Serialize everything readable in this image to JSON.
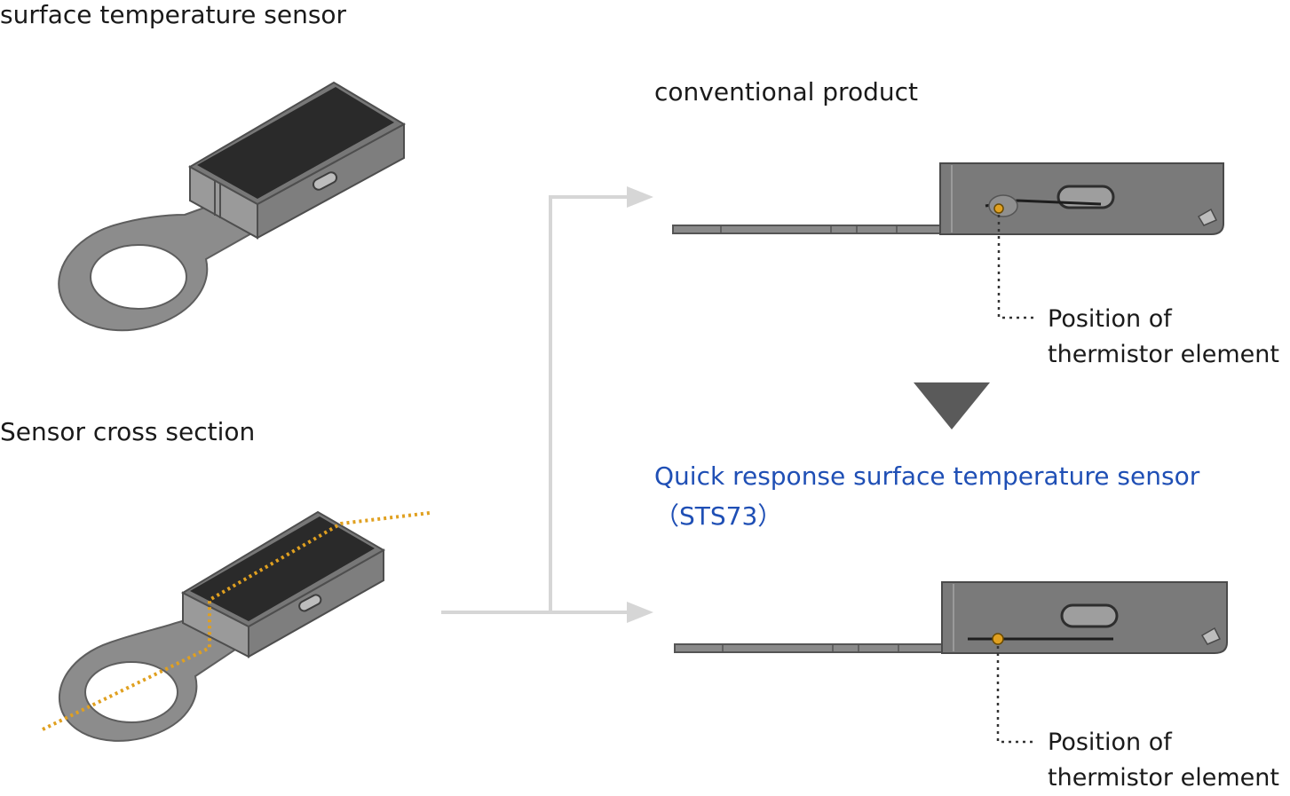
{
  "labels": {
    "surface_sensor": "surface temperature sensor",
    "cross_section": "Sensor cross section",
    "conventional": "conventional product",
    "quick_response_line1": "Quick response surface temperature sensor",
    "quick_response_line2": "（STS73）"
  },
  "callouts": {
    "top": {
      "line1": "Position of",
      "line2": "thermistor element"
    },
    "bottom": {
      "line1": "Position of",
      "line2": "thermistor element"
    }
  },
  "colors": {
    "text": "#1a1a1a",
    "accent_blue": "#1f4fb5",
    "metal_gray": "#8a8a8a",
    "dark_top": "#2a2a2a",
    "thermistor_gold": "#e0a020",
    "arrow_gray": "#d6d6d6",
    "triangle": "#5a5a5a"
  },
  "icons": {
    "flow_arrow": "arrow-right",
    "down_marker": "triangle-down"
  }
}
